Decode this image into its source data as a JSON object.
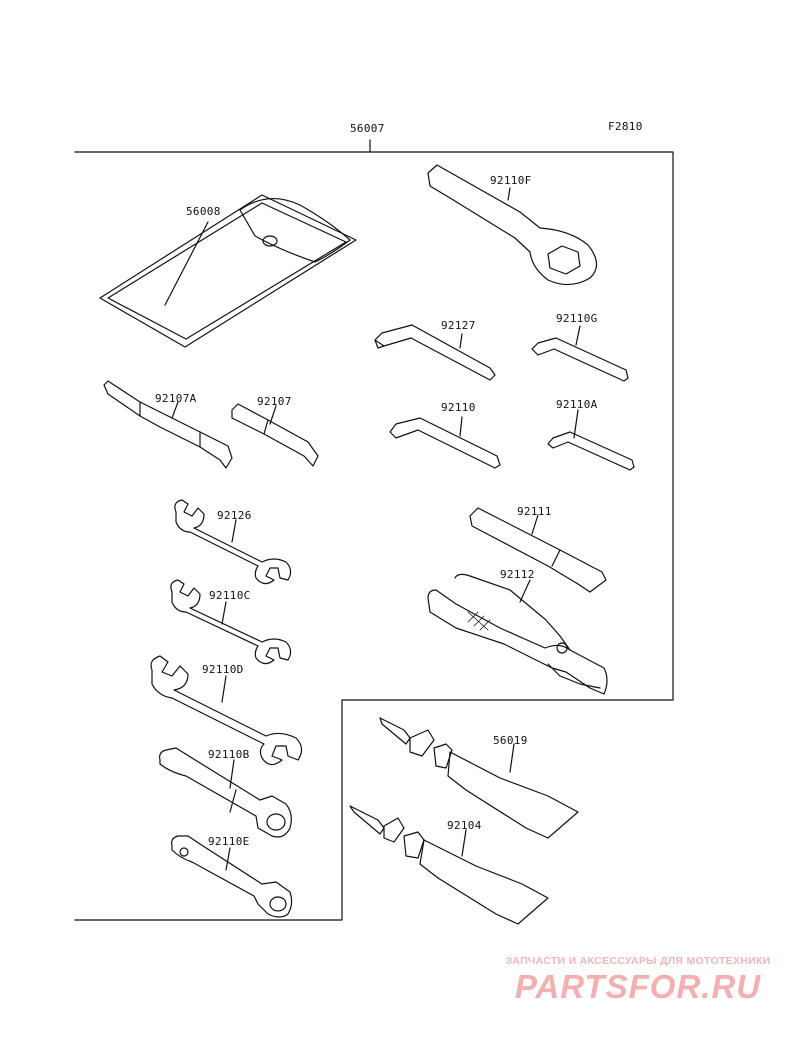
{
  "figure_code": "F2810",
  "assembly": {
    "code": "56007"
  },
  "parts": [
    {
      "id": "pouch",
      "code": "56008"
    },
    {
      "id": "ring-wrench",
      "code": "92110F"
    },
    {
      "id": "hex-key-1",
      "code": "92127"
    },
    {
      "id": "hex-key-2",
      "code": "92110G"
    },
    {
      "id": "hex-key-3",
      "code": "92110"
    },
    {
      "id": "hex-key-4",
      "code": "92110A"
    },
    {
      "id": "screwdriver-bit",
      "code": "92107A"
    },
    {
      "id": "screwdriver-handle",
      "code": "92107"
    },
    {
      "id": "open-wrench-1",
      "code": "92126"
    },
    {
      "id": "open-wrench-2",
      "code": "92110C"
    },
    {
      "id": "open-wrench-3",
      "code": "92110D"
    },
    {
      "id": "extension-bar",
      "code": "92111"
    },
    {
      "id": "pliers",
      "code": "92112"
    },
    {
      "id": "box-wrench-1",
      "code": "92110B"
    },
    {
      "id": "box-wrench-2",
      "code": "92110E"
    },
    {
      "id": "grease-tube-1",
      "code": "56019"
    },
    {
      "id": "grease-tube-2",
      "code": "92104"
    }
  ],
  "watermark": {
    "tagline": "ЗАПЧАСТИ И АКСЕССУАРЫ ДЛЯ МОТОТЕХНИКИ",
    "logo": "PARTSFOR.RU"
  }
}
